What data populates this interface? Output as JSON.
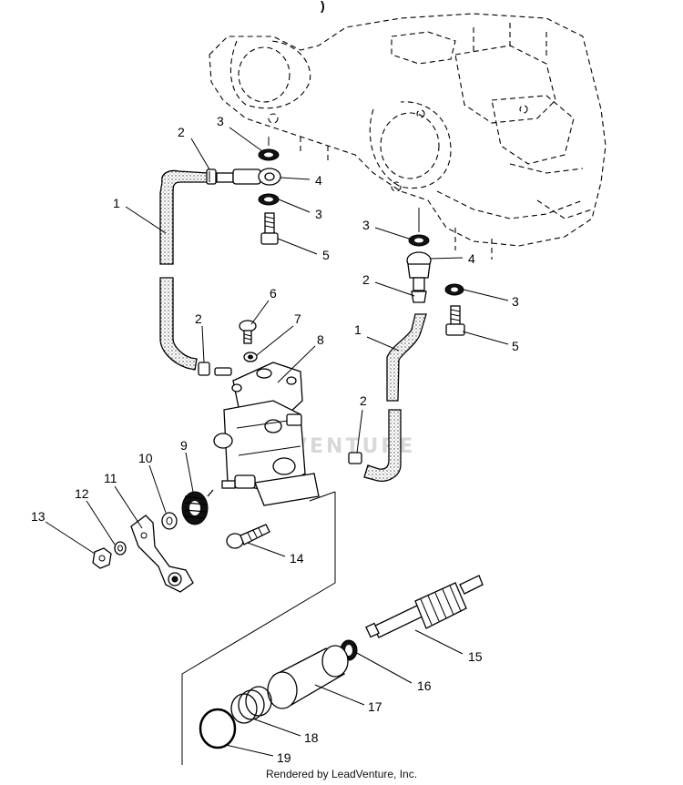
{
  "diagram": {
    "top_mark": ")",
    "watermark": "VENTURE",
    "footer": "Rendered by LeadVenture, Inc.",
    "parts": [
      {
        "number": "1"
      },
      {
        "number": "2"
      },
      {
        "number": "3"
      },
      {
        "number": "4"
      },
      {
        "number": "5"
      },
      {
        "number": "6"
      },
      {
        "number": "7"
      },
      {
        "number": "8"
      },
      {
        "number": "9"
      },
      {
        "number": "10"
      },
      {
        "number": "11"
      },
      {
        "number": "12"
      },
      {
        "number": "13"
      },
      {
        "number": "14"
      },
      {
        "number": "15"
      },
      {
        "number": "16"
      },
      {
        "number": "17"
      },
      {
        "number": "18"
      },
      {
        "number": "19"
      }
    ],
    "callouts": [
      {
        "text": "1"
      },
      {
        "text": "2"
      },
      {
        "text": "3"
      },
      {
        "text": "4"
      },
      {
        "text": "3"
      },
      {
        "text": "5"
      },
      {
        "text": "3"
      },
      {
        "text": "4"
      },
      {
        "text": "2"
      },
      {
        "text": "3"
      },
      {
        "text": "1"
      },
      {
        "text": "5"
      },
      {
        "text": "6"
      },
      {
        "text": "2"
      },
      {
        "text": "7"
      },
      {
        "text": "8"
      },
      {
        "text": "2"
      },
      {
        "text": "9"
      },
      {
        "text": "10"
      },
      {
        "text": "11"
      },
      {
        "text": "12"
      },
      {
        "text": "13"
      },
      {
        "text": "14"
      },
      {
        "text": "15"
      },
      {
        "text": "16"
      },
      {
        "text": "17"
      },
      {
        "text": "18"
      },
      {
        "text": "19"
      }
    ]
  }
}
